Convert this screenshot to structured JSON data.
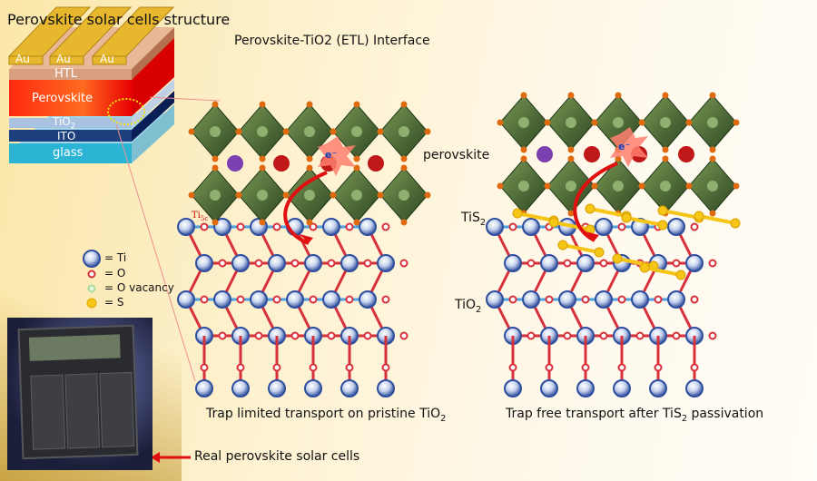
{
  "device": {
    "title": "Perovskite solar cells structure",
    "au_labels": [
      "Au",
      "Au",
      "Au"
    ],
    "htl": "HTL",
    "perovskite": "Perovskite",
    "tio2_main": "TiO",
    "tio2_sub": "2",
    "ito": "ITO",
    "glass": "glass"
  },
  "interface_title": "Perovskite-TiO2 (ETL) Interface",
  "left_panel": {
    "ti5c_main": "Ti",
    "ti5c_sub": "5c",
    "electron": "e⁻",
    "caption_main": "Trap limited transport on pristine TiO",
    "caption_sub": "2"
  },
  "right_panel": {
    "perovskite_label": "perovskite",
    "tis2_main": "TiS",
    "tis2_sub": "2",
    "tio2_main": "TiO",
    "tio2_sub": "2",
    "electron": "e⁻",
    "caption_a": "Trap free transport after TiS",
    "caption_sub": "2",
    "caption_b": " passivation"
  },
  "legend": [
    {
      "label": "= Ti",
      "color": "#3d5fb0"
    },
    {
      "label": "= O",
      "color": "#d8303a"
    },
    {
      "label": "= O vacancy",
      "color": "#a8dca0"
    },
    {
      "label": "= S",
      "color": "#f5c518"
    }
  ],
  "photo_caption": "Real perovskite solar cells"
}
